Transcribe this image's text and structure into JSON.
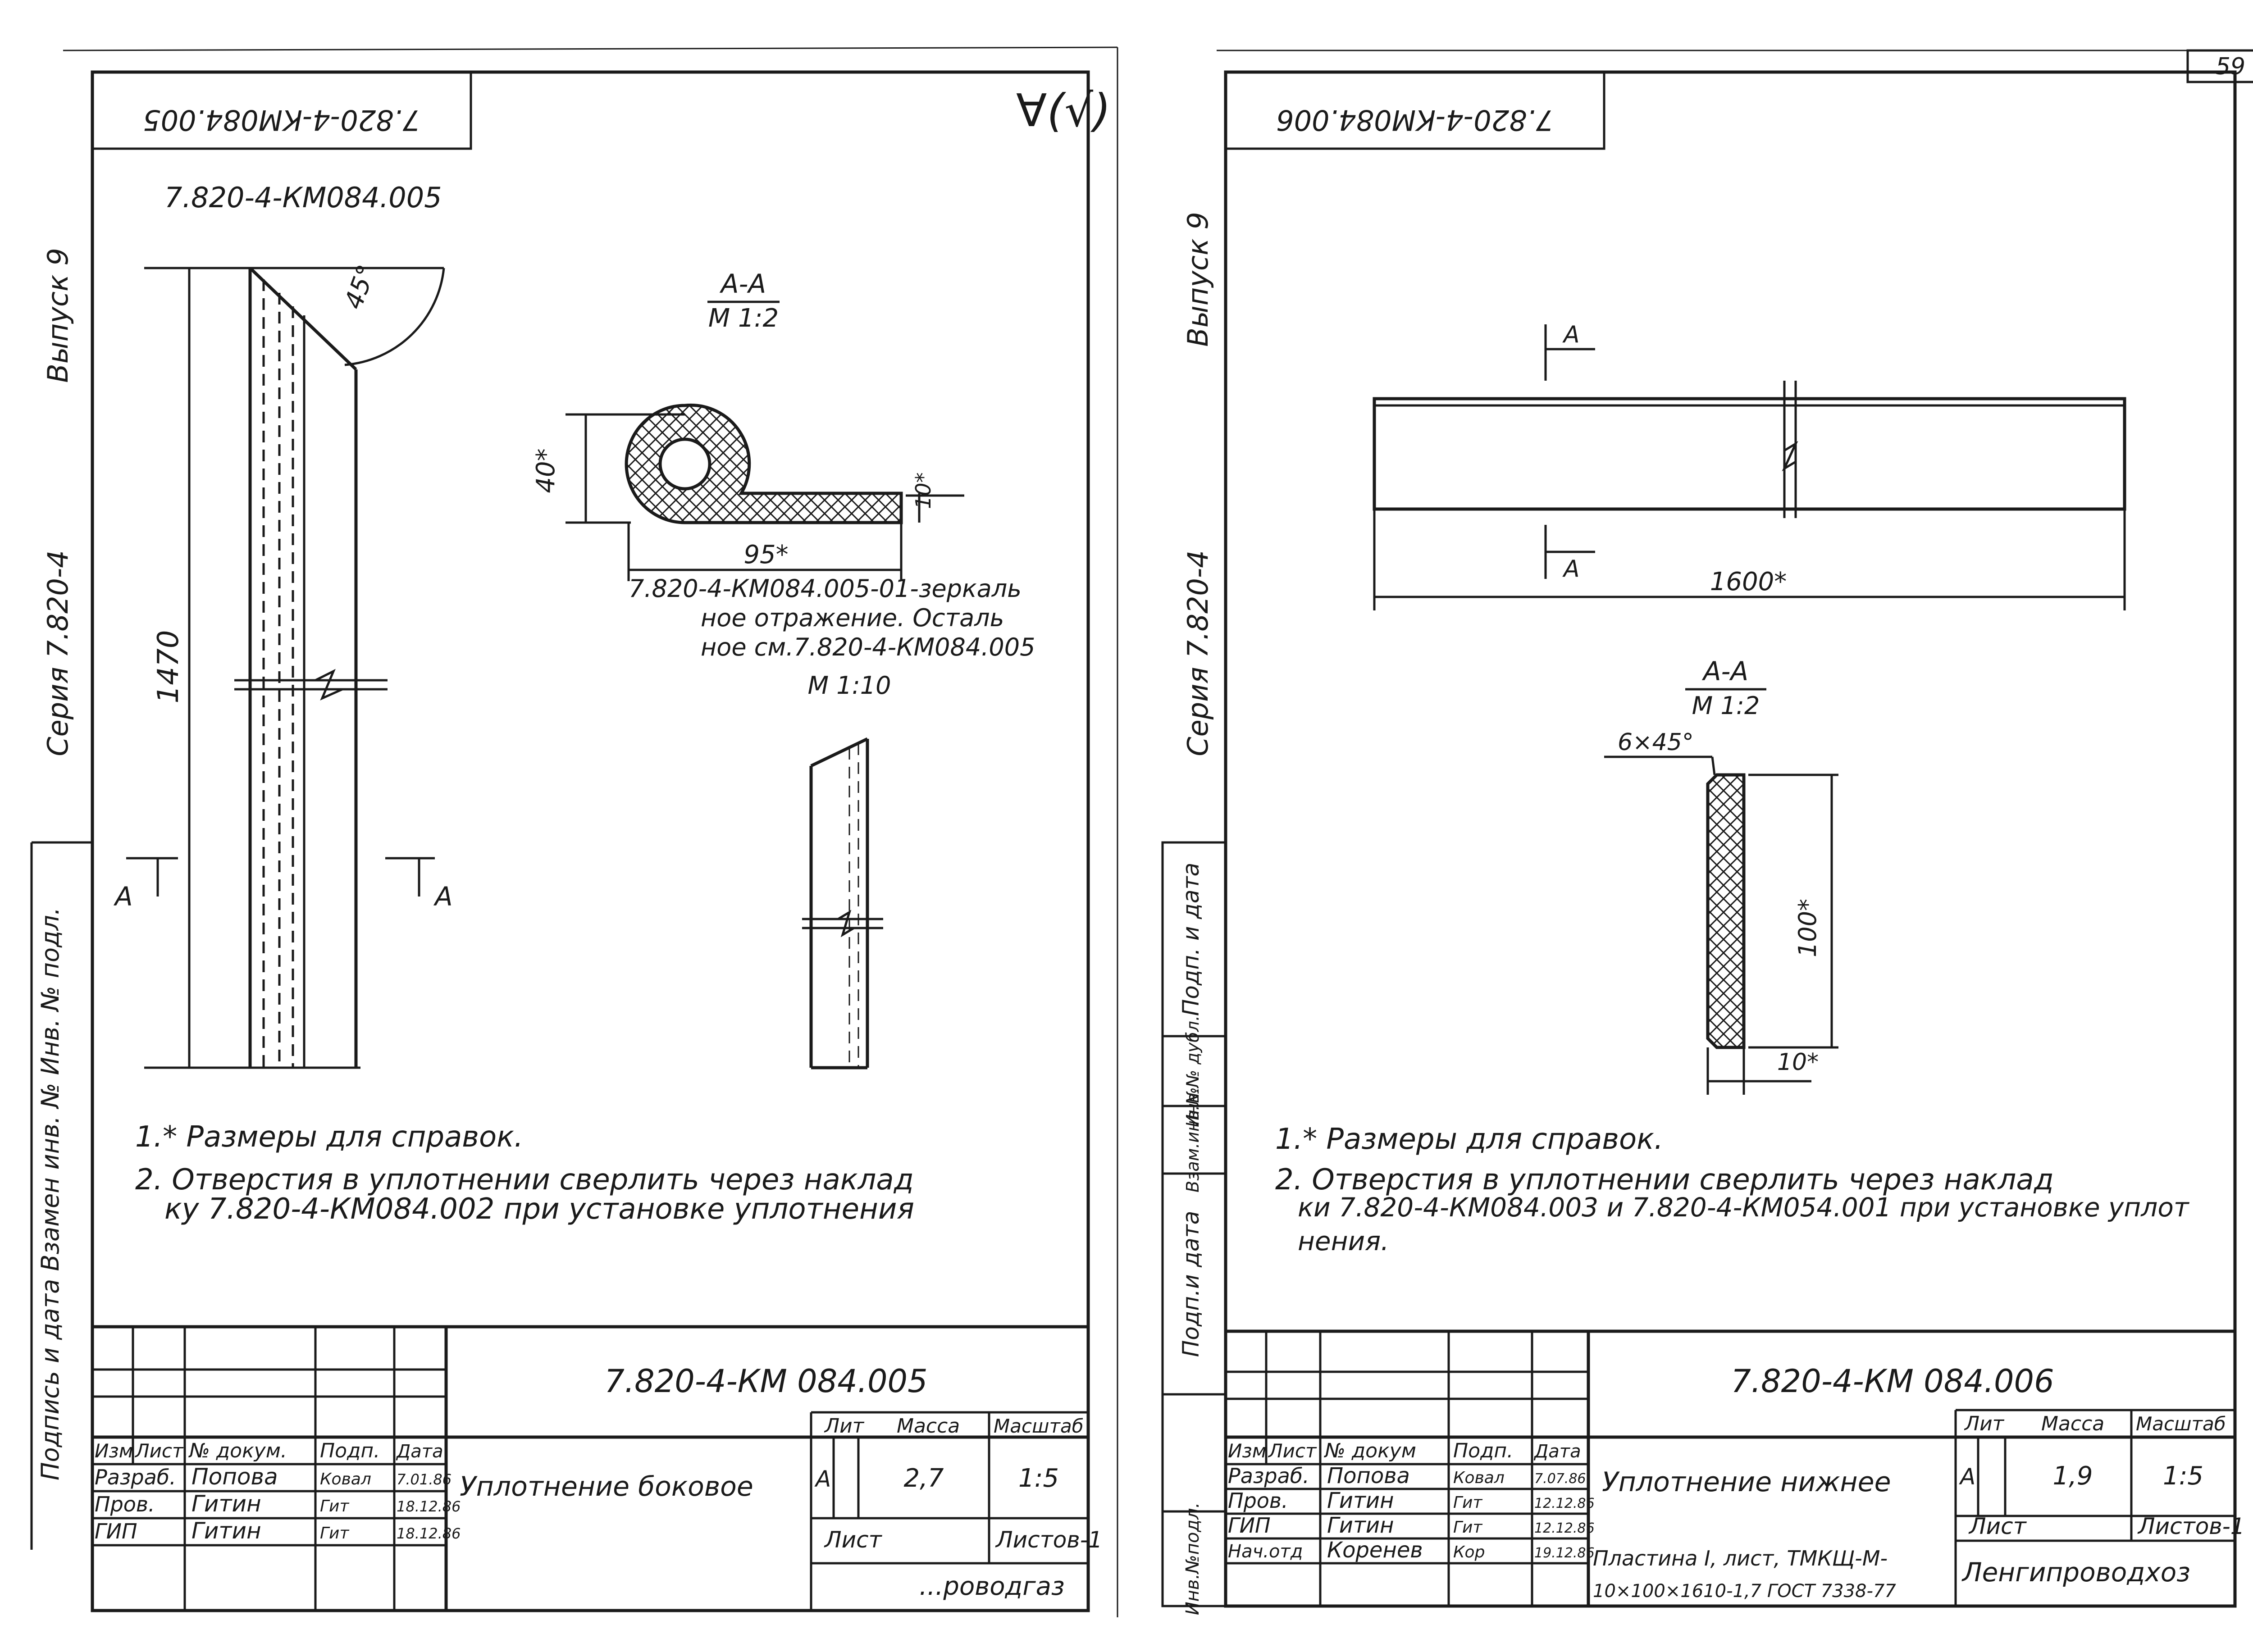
{
  "sheet1": {
    "stamp": "7.820-4-КМ084.005",
    "mark": "7.820-4-КМ084.005",
    "roughness": "∀(√)",
    "series": "Серия 7.820-4",
    "issue": "Выпуск 9",
    "side_label": "Подпись и дата Взамен инв. № Инв. № подл.",
    "dim_length": "1470",
    "angle": "45°",
    "section_mark": "А",
    "section_title": "А-А",
    "section_scale": "М 1:2",
    "dim_height": "40*",
    "dim_width": "95*",
    "dim_thickness": "10*",
    "variant_line1": "7.820-4-КМ084.005-01-зеркаль",
    "variant_line2": "ное отражение. Осталь",
    "variant_line3": "ное см.7.820-4-КМ084.005",
    "mini_scale": "М 1:10",
    "note1": "1.* Размеры для справок.",
    "note2_line1": "2. Отверстия в уплотнении сверлить через наклад",
    "note2_line2": "ку 7.820-4-КМ084.002 при установке уплотнения",
    "titleblock": {
      "doc_code": "7.820-4-КМ 084.005",
      "title": "Уплотнение боковое",
      "head_izm": "Изм",
      "head_list": "Лист",
      "head_doc": "№ докум.",
      "head_sign": "Подп.",
      "head_date": "Дата",
      "rows": [
        {
          "role": "Разраб.",
          "name": "Попова",
          "sign": "Ковал",
          "date": "7.01.86"
        },
        {
          "role": "Пров.",
          "name": "Гитин",
          "sign": "Гит",
          "date": "18.12.86"
        },
        {
          "role": "ГИП",
          "name": "Гитин",
          "sign": "Гит",
          "date": "18.12.86"
        }
      ],
      "lit_label": "Лит",
      "mass_label": "Масса",
      "scale_label": "Масштаб",
      "lit_value": "А",
      "mass_value": "2,7",
      "scale_value": "1:5",
      "sheet_label": "Лист",
      "sheets_label": "Листов-1",
      "org_cut": "...роводгаз"
    }
  },
  "sheet2": {
    "page_number": "59",
    "stamp": "7.820-4-КМ084.006",
    "series": "Серия 7.820-4",
    "issue": "Выпуск 9",
    "side_label_sign": "Подп. и дата",
    "side_label_repl": "Взам.инв.№",
    "side_label_inv": "Инв.№ дубл.",
    "side_label_sign2": "Подп.и дата",
    "side_label_orig": "Инв.№подл.",
    "section_mark": "А",
    "dim_length": "1600*",
    "section_title": "А-А",
    "section_scale": "М 1:2",
    "chamfer": "6×45°",
    "dim_height": "100*",
    "dim_thickness": "10*",
    "note1": "1.* Размеры для справок.",
    "note2_line1": "2. Отверстия в уплотнении сверлить через наклад",
    "note2_line2": "ки 7.820-4-КМ084.003 и 7.820-4-КМ054.001 при установке уплот",
    "note2_line3": "нения.",
    "titleblock": {
      "doc_code": "7.820-4-КМ 084.006",
      "title": "Уплотнение нижнее",
      "head_izm": "Изм",
      "head_list": "Лист",
      "head_doc": "№ докум",
      "head_sign": "Подп.",
      "head_date": "Дата",
      "rows": [
        {
          "role": "Разраб.",
          "name": "Попова",
          "sign": "Ковал",
          "date": "7.07.86"
        },
        {
          "role": "Пров.",
          "name": "Гитин",
          "sign": "Гит",
          "date": "12.12.86"
        },
        {
          "role": "ГИП",
          "name": "Гитин",
          "sign": "Гит",
          "date": "12.12.86"
        },
        {
          "role": "Нач.отд",
          "name": "Коренев",
          "sign": "Кор",
          "date": "19.12.86"
        }
      ],
      "lit_label": "Лит",
      "mass_label": "Масса",
      "scale_label": "Масштаб",
      "lit_value": "А",
      "mass_value": "1,9",
      "scale_value": "1:5",
      "sheet_label": "Лист",
      "sheets_label": "Листов-1",
      "material": "Пластина I, лист, ТМКЩ-М-",
      "material2": "10×100×1610-1,7 ГОСТ 7338-77",
      "org": "Ленгипроводхоз"
    }
  }
}
